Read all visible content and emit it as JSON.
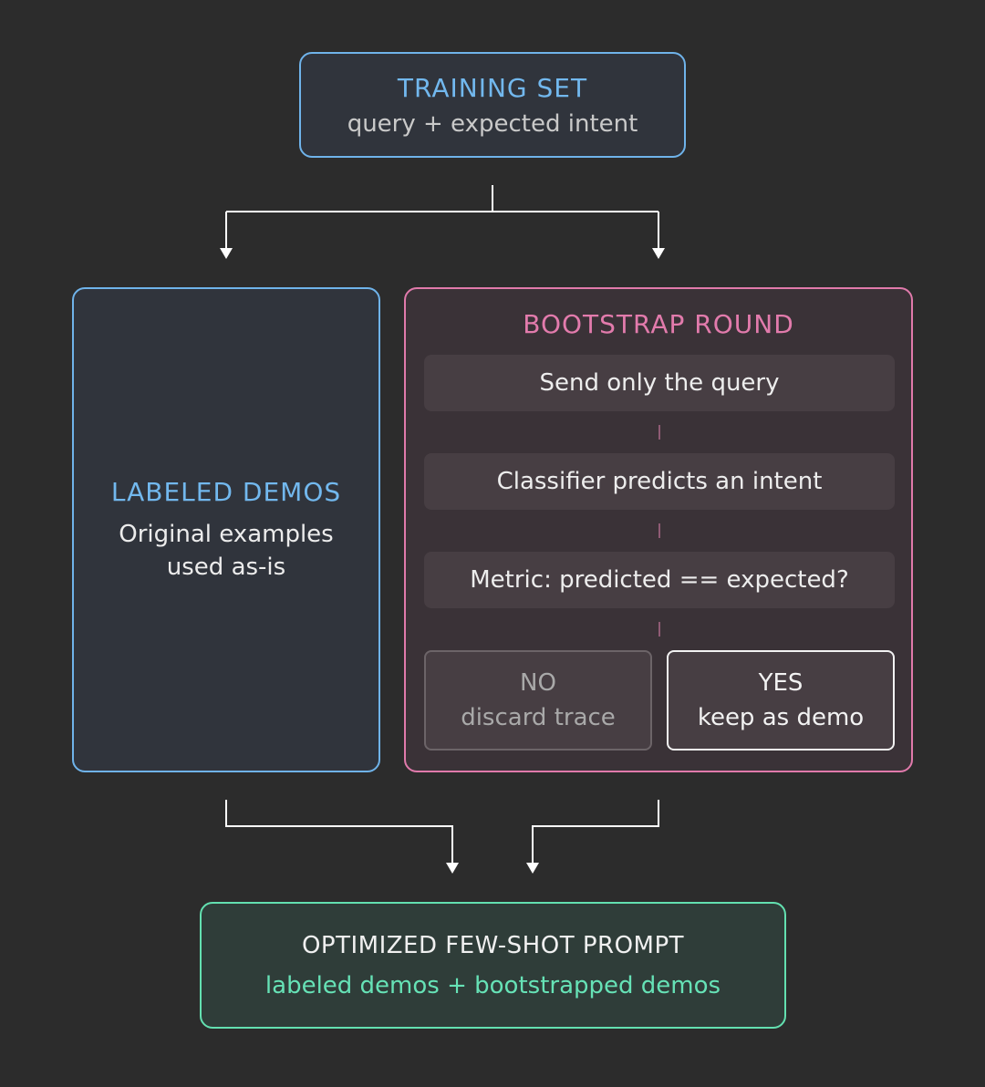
{
  "training_set": {
    "title": "TRAINING SET",
    "subtitle": "query + expected intent"
  },
  "labeled_demos": {
    "title": "LABELED DEMOS",
    "line1": "Original examples",
    "line2": "used as-is"
  },
  "bootstrap_round": {
    "title": "BOOTSTRAP ROUND",
    "steps": [
      "Send only the query",
      "Classifier predicts an intent",
      "Metric: predicted == expected?"
    ],
    "no": {
      "label": "NO",
      "detail": "discard trace"
    },
    "yes": {
      "label": "YES",
      "detail": "keep as demo"
    }
  },
  "optimized_prompt": {
    "title": "OPTIMIZED FEW-SHOT PROMPT",
    "subtitle": "labeled demos + bootstrapped demos"
  },
  "colors": {
    "background": "#2c2c2c",
    "blue_accent": "#72b8ee",
    "pink_accent": "#e27bac",
    "green_accent": "#66e2b6",
    "connector": "#ffffff"
  }
}
